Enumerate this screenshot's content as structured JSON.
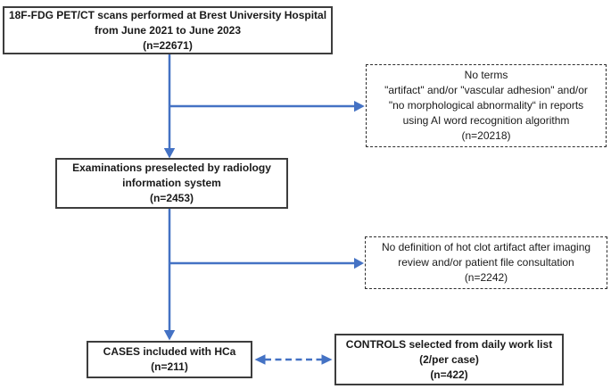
{
  "colors": {
    "arrow_blue": "#4472C4",
    "solid_box_border": "#3d3d3d",
    "dashed_box_border": "#2e2e2e",
    "background": "#ffffff"
  },
  "boxes": {
    "scans": {
      "line1": "18F-FDG PET/CT scans performed at Brest University Hospital",
      "line2": "from June 2021 to June 2023",
      "line3": "(n=22671)"
    },
    "no_terms": {
      "line1": "No terms",
      "line2": "\"artifact\" and/or \"vascular adhesion\" and/or",
      "line3": "\"no morphological abnormality“ in reports",
      "line4": "using AI word recognition algorithm",
      "line5": "(n=20218)"
    },
    "preselected": {
      "line1": "Examinations preselected by radiology",
      "line2": "information system",
      "line3": "(n=2453)"
    },
    "no_definition": {
      "line1": "No definition of hot clot artifact after imaging",
      "line2": "review and/or patient file consultation",
      "line3": "(n=2242)"
    },
    "cases": {
      "line1": "CASES included with HCa",
      "line2": "(n=211)"
    },
    "controls": {
      "line1": "CONTROLS selected from daily work list",
      "line2": "(2/per case)",
      "line3": "(n=422)"
    }
  },
  "connectors": [
    {
      "name": "scans-to-preselected",
      "style": "solid-arrow-down"
    },
    {
      "name": "scans-branch-to-no-terms",
      "style": "solid-arrow-right"
    },
    {
      "name": "preselected-to-cases",
      "style": "solid-arrow-down"
    },
    {
      "name": "preselected-branch-to-no-definition",
      "style": "solid-arrow-right"
    },
    {
      "name": "cases-controls",
      "style": "dashed-double-arrow"
    }
  ]
}
